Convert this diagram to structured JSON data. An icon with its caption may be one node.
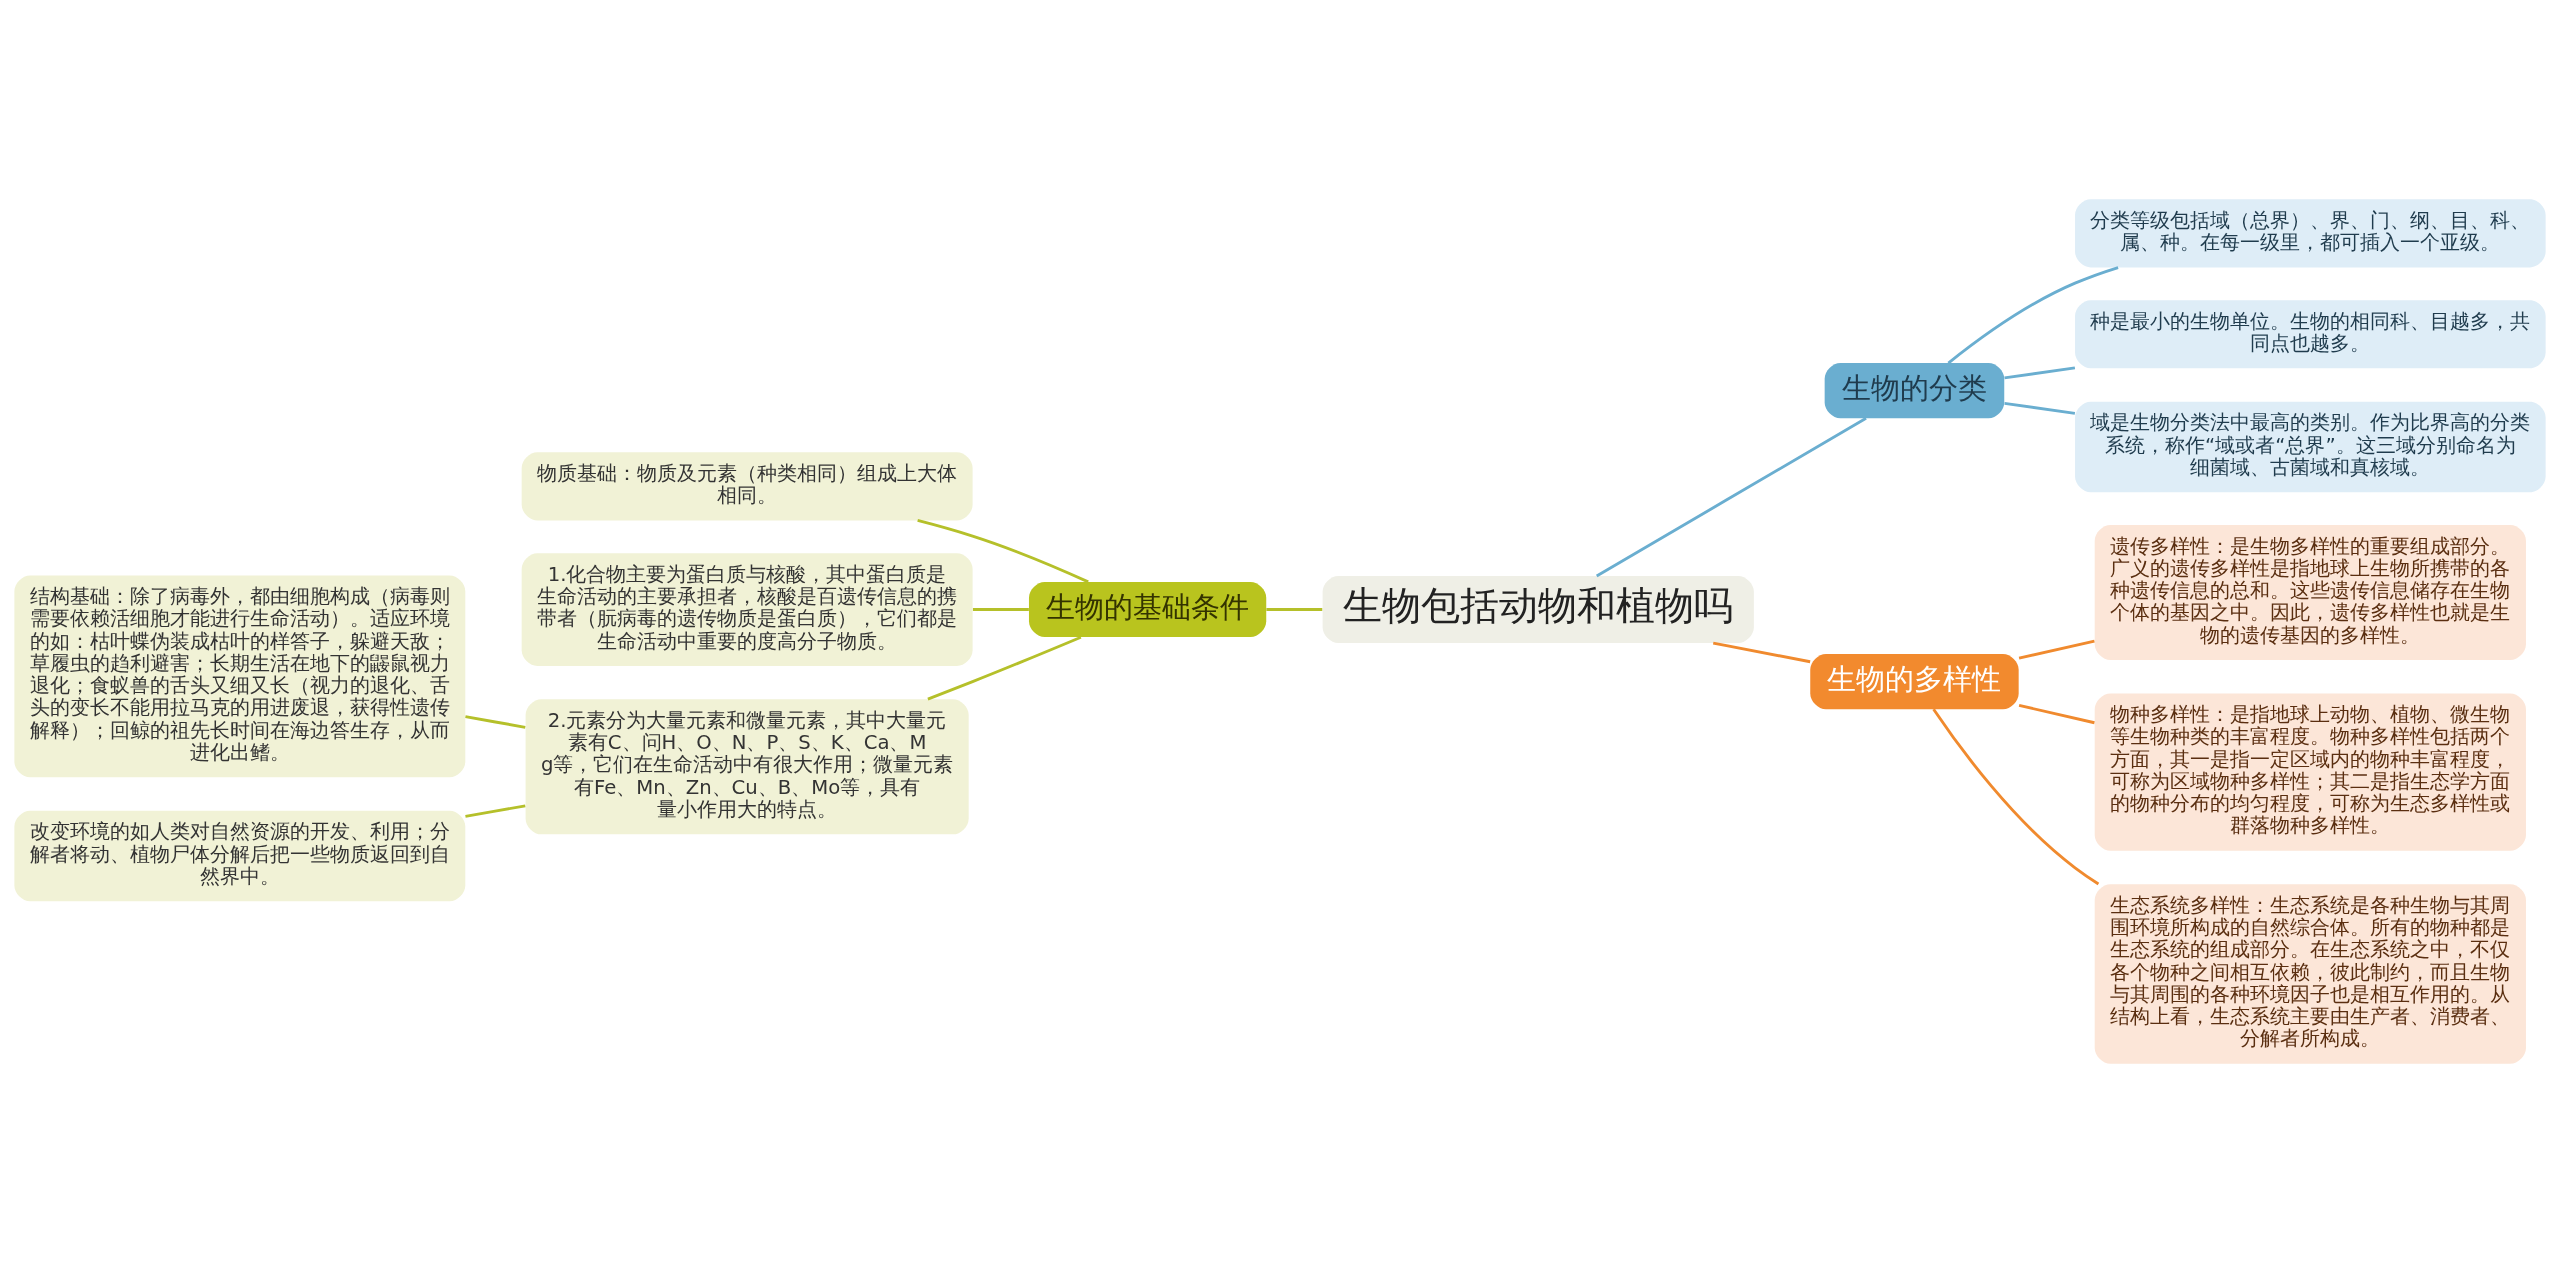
{
  "diagram": {
    "nodes": [
      {
        "text": [
          "生物包括动物和植物吗"
        ]
      },
      {
        "text": [
          "生物的基础条件"
        ]
      },
      {
        "text": [
          "物质基础：物质及元素（种类相同）组成上大体相同。"
        ]
      },
      {
        "text": [
          "1.化合物主要为蛋白质与核酸，其中蛋白质是生命活动的主要承担者，核酸是百遗传信息的携带者（朊病毒的遗传物质是蛋白质），它们都是生命活动中重要的度高分子物质。"
        ]
      },
      {
        "text": [
          "2.元素分为大量元素和微量元素，其中大量元素有C、问H、O、N、P、S、K、Ca、Mg等，它们在生命活动中有很大作用；微量元素有Fe、Mn、Zn、Cu、B、Mo等，具有量小作用大的特点。"
        ]
      },
      {
        "text": [
          "结构基础：除了病毒外，都由细胞构成（病毒则需要依赖活细胞才能进行生命活动）。适应环境的如：枯叶蝶伪装成枯叶的样答子，躲避天敌；草履虫的趋利避害；长期生活在地下的鼹鼠视力退化；食蚁兽的舌头又细又长（视力的退化、舌头的变长不能用拉马克的用进废退，获得性遗传解释）；回鲸的祖先长时间在海边答生存，从而进化出鳍。"
        ]
      },
      {
        "text": [
          "改变环境的如人类对自然资源的开发、利用；分解者将动、植物尸体分解后把一些物质返回到自然界中。"
        ]
      },
      {
        "text": [
          "生物的分类"
        ]
      },
      {
        "text": [
          "分类等级包括域（总界）、界、门、纲、目、科、属、种。在每一级里，都可插入一个亚级。"
        ]
      },
      {
        "text": [
          "种是最小的生物单位。生物的相同科、目越多，共同点也越多。"
        ]
      },
      {
        "text": [
          "域是生物分类法中最高的类别。作为比界高的分类系统，称作“域或者“总界”。这三域分别命名为细菌域、古菌域和真核域。"
        ]
      },
      {
        "text": [
          "生物的多样性"
        ]
      },
      {
        "text": [
          "遗传多样性：是生物多样性的重要组成部分。广义的遗传多样性是指地球上生物所携带的各种遗传信息的总和。这些遗传信息储存在生物个体的基因之中。因此，遗传多样性也就是生物的遗传基因的多样性。"
        ]
      },
      {
        "text": [
          "物种多样性：是指地球上动物、植物、微生物等生物种类的丰富程度。物种多样性包括两个方面，其一是指一定区域内的物种丰富程度，可称为区域物种多样性；其二是指生态学方面的物种分布的均匀程度，可称为生态多样性或群落物种多样性。"
        ]
      },
      {
        "text": [
          "生态系统多样性：生态系统是各种生物与其周围环境所构成的自然综合体。所有的物种都是生态系统的组成部分。在生态系统之中，不仅各个物种之间相互依赖，彼此制约，而且生物与其周围的各种环境因子也是相互作用的。从结构上看，生态系统主要由生产者、消费者、分解者所构成。"
        ]
      }
    ],
    "edges": [
      {
        "from": 1,
        "to": 0,
        "arrow": "none"
      },
      {
        "from": 2,
        "to": 1,
        "arrow": "none"
      },
      {
        "from": 3,
        "to": 1,
        "arrow": "none"
      },
      {
        "from": 4,
        "to": 1,
        "arrow": "none"
      },
      {
        "from": 5,
        "to": 4,
        "arrow": "none"
      },
      {
        "from": 6,
        "to": 4,
        "arrow": "none"
      },
      {
        "from": 0,
        "to": 7,
        "arrow": "none",
        "color": "#6aaed0"
      },
      {
        "from": 7,
        "to": 8,
        "arrow": "none",
        "color": "#6aaed0"
      },
      {
        "from": 7,
        "to": 9,
        "arrow": "none",
        "color": "#6aaed0"
      },
      {
        "from": 7,
        "to": 10,
        "arrow": "none",
        "color": "#6aaed0"
      },
      {
        "from": 0,
        "to": 11,
        "arrow": "none",
        "color": "#f08a2e"
      },
      {
        "from": 11,
        "to": 12,
        "arrow": "none",
        "color": "#f08a2e"
      },
      {
        "from": 11,
        "to": 13,
        "arrow": "none",
        "color": "#f08a2e"
      },
      {
        "from": 11,
        "to": 14,
        "arrow": "none",
        "color": "#f08a2e"
      }
    ]
  }
}
